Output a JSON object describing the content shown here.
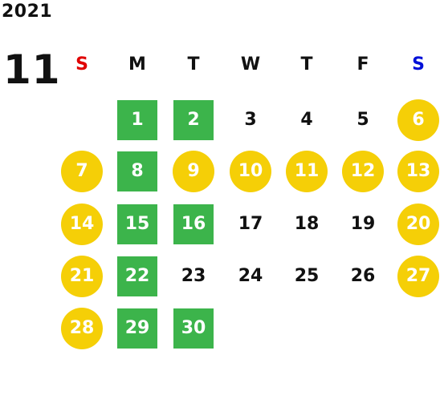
{
  "calendar": {
    "year": "2021",
    "month": "11",
    "weekdays": [
      {
        "label": "S",
        "color": "#e00000"
      },
      {
        "label": "M",
        "color": "#111111"
      },
      {
        "label": "T",
        "color": "#111111"
      },
      {
        "label": "W",
        "color": "#111111"
      },
      {
        "label": "T",
        "color": "#111111"
      },
      {
        "label": "F",
        "color": "#111111"
      },
      {
        "label": "S",
        "color": "#0010d8"
      }
    ],
    "colors": {
      "holiday_yellow": "#f5cf07",
      "marked_green": "#3cb44b"
    },
    "weeks": [
      [
        null,
        {
          "day": "1",
          "mark": "green"
        },
        {
          "day": "2",
          "mark": "green"
        },
        {
          "day": "3",
          "mark": "none"
        },
        {
          "day": "4",
          "mark": "none"
        },
        {
          "day": "5",
          "mark": "none"
        },
        {
          "day": "6",
          "mark": "yellow"
        }
      ],
      [
        {
          "day": "7",
          "mark": "yellow"
        },
        {
          "day": "8",
          "mark": "green"
        },
        {
          "day": "9",
          "mark": "yellow"
        },
        {
          "day": "10",
          "mark": "yellow"
        },
        {
          "day": "11",
          "mark": "yellow"
        },
        {
          "day": "12",
          "mark": "yellow"
        },
        {
          "day": "13",
          "mark": "yellow"
        }
      ],
      [
        {
          "day": "14",
          "mark": "yellow"
        },
        {
          "day": "15",
          "mark": "green"
        },
        {
          "day": "16",
          "mark": "green"
        },
        {
          "day": "17",
          "mark": "none"
        },
        {
          "day": "18",
          "mark": "none"
        },
        {
          "day": "19",
          "mark": "none"
        },
        {
          "day": "20",
          "mark": "yellow"
        }
      ],
      [
        {
          "day": "21",
          "mark": "yellow"
        },
        {
          "day": "22",
          "mark": "green"
        },
        {
          "day": "23",
          "mark": "none"
        },
        {
          "day": "24",
          "mark": "none"
        },
        {
          "day": "25",
          "mark": "none"
        },
        {
          "day": "26",
          "mark": "none"
        },
        {
          "day": "27",
          "mark": "yellow"
        }
      ],
      [
        {
          "day": "28",
          "mark": "yellow"
        },
        {
          "day": "29",
          "mark": "green"
        },
        {
          "day": "30",
          "mark": "green"
        },
        null,
        null,
        null,
        null
      ]
    ]
  }
}
